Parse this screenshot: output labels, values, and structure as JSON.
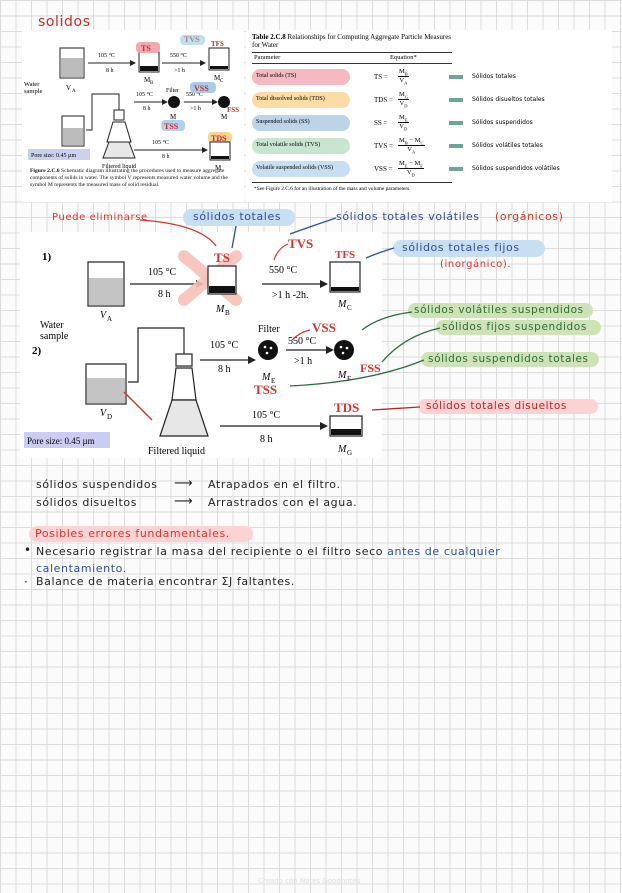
{
  "title": "solidos",
  "top_figure": {
    "labels": {
      "ts": "TS",
      "tvs": "TVS",
      "tfs": "TFS",
      "vss": "VSS",
      "fss": "FSS",
      "tss": "TSS",
      "tds": "TDS",
      "t105": "105 °C",
      "h8": "8 h",
      "t550": "550 °C",
      "h1": ">1 h",
      "water_sample": "Water\nsample",
      "filter": "Filter",
      "va": "V",
      "va_sub": "A",
      "vd": "V",
      "vd_sub": "D",
      "mb": "M",
      "mb_sub": "B",
      "mc": "M",
      "mc_sub": "C",
      "me": "M",
      "me_sub": "E",
      "mf": "M",
      "mf_sub": "F",
      "mg": "M",
      "mg_sub": "G",
      "filtered_liquid": "Filtered liquid",
      "pore_size": "Pore size: 0.45 µm"
    },
    "caption_bold": "Figure 2.C.6",
    "caption": "Schematic diagram illustrating the procedures used to measure aggregate components of solids in water. The symbol V represents measured water volume and the symbol M represents the measured mass of solid residual."
  },
  "table": {
    "title_bold": "Table 2.C.8",
    "title": "Relationships for Computing Aggregate Particle Measures for Water",
    "col_parameter": "Parameter",
    "col_equation": "Equation*",
    "rows": [
      {
        "param": "Total solids (TS)",
        "lhs": "TS =",
        "num": "M",
        "num_sub": "B",
        "den": "V",
        "den_sub": "A",
        "note": "Sólidos totales",
        "color": "#f4b9c1"
      },
      {
        "param": "Total dissolved solids (TDS)",
        "lhs": "TDS =",
        "num": "M",
        "num_sub": "G",
        "den": "V",
        "den_sub": "D",
        "note": "Sólidos disueltos totales",
        "color": "#fbdca4"
      },
      {
        "param": "Suspended solids (SS)",
        "lhs": "SS =",
        "num": "M",
        "num_sub": "E",
        "den": "V",
        "den_sub": "D",
        "note": "Sólidos suspendidos",
        "color": "#bcd3e8"
      },
      {
        "param": "Total volatile solids (TVS)",
        "lhs": "TVS =",
        "num": "M",
        "num_sub": "B",
        "num2": " − M",
        "num2_sub": "C",
        "den": "V",
        "den_sub": "A",
        "note": "Sólidos volátiles totales",
        "color": "#c8e6cf"
      },
      {
        "param": "Volatile suspended solids (VSS)",
        "lhs": "VSS =",
        "num": "M",
        "num_sub": "E",
        "num2": " − M",
        "num2_sub": "F",
        "den": "V",
        "den_sub": "D",
        "note": "Sólidos suspendidos volátiles",
        "color": "#c7dff0"
      }
    ],
    "footnote": "*See Figure 2.C.6 for an illustration of the mass and volume parameters."
  },
  "annotations": {
    "puede_eliminarse": "Puede eliminarse",
    "solidos_totales": "sólidos totales",
    "solidos_totales_volatiles": "sólidos totales volátiles",
    "organicos": "(orgánicos)",
    "solidos_totales_fijos": "sólidos totales fijos",
    "inorganico": "(inorgánico).",
    "volatiles_suspendidos": "sólidos volátiles suspendidos",
    "fijos_suspendidos": "sólidos fijos suspendidos",
    "suspendidos_totales": "sólidos suspendidos totales",
    "totales_disueltos": "sólidos totales disueltos",
    "step1": "1)",
    "step2": "2)",
    "h1_2h": ">1 h -2h."
  },
  "notes": {
    "line1_left": "sólidos suspendidos",
    "line1_right": "Atrapados en el filtro.",
    "line2_left": "sólidos disueltos",
    "line2_right": "Arrastrados con el agua.",
    "errors_heading": "Posibles errores fundamentales.",
    "bullet1_black": "Necesario registrar la masa del recipiente o el filtro seco",
    "bullet1_blue": "antes de cualquier calentamiento.",
    "bullet2": "Balance de materia encontrar ΣJ faltantes."
  },
  "footer": "Creado con Notes Goodnotes",
  "colors": {
    "red": "#d9342b",
    "blue": "#2e4d9b",
    "green": "#2e7d4f"
  }
}
